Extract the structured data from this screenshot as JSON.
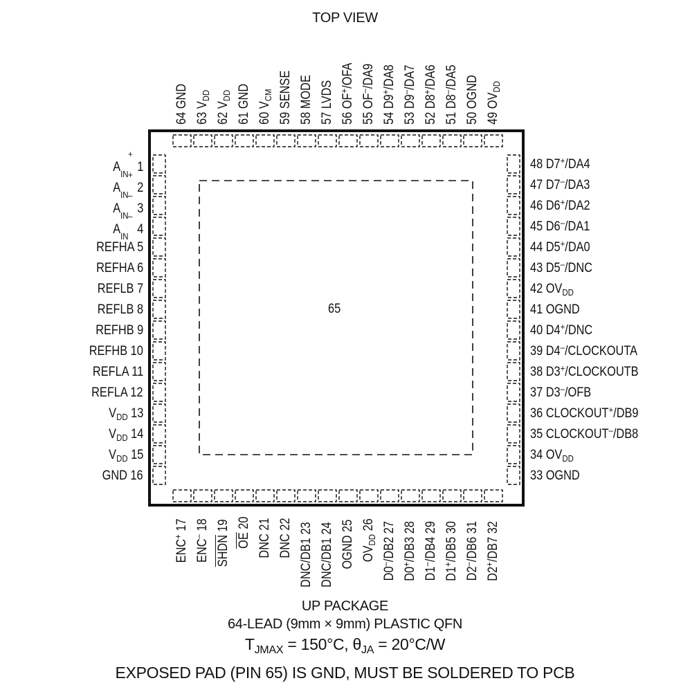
{
  "title": "TOP VIEW",
  "exposed_pad_label": "65",
  "pins_top": [
    {
      "num": "64",
      "name": "GND"
    },
    {
      "num": "63",
      "name": "V",
      "sub": "DD"
    },
    {
      "num": "62",
      "name": "V",
      "sub": "DD"
    },
    {
      "num": "61",
      "name": "GND"
    },
    {
      "num": "60",
      "name": "V",
      "sub": "CM"
    },
    {
      "num": "59",
      "name": "SENSE"
    },
    {
      "num": "58",
      "name": "MODE"
    },
    {
      "num": "57",
      "name": "LVDS"
    },
    {
      "num": "56",
      "name": "OF",
      "sup": "+",
      "rest": "/OFA"
    },
    {
      "num": "55",
      "name": "OF",
      "sup": "–",
      "rest": "/DA9"
    },
    {
      "num": "54",
      "name": "D9",
      "sup": "+",
      "rest": "/DA8"
    },
    {
      "num": "53",
      "name": "D9",
      "sup": "–",
      "rest": "/DA7"
    },
    {
      "num": "52",
      "name": "D8",
      "sup": "+",
      "rest": "/DA6"
    },
    {
      "num": "51",
      "name": "D8",
      "sup": "–",
      "rest": "/DA5"
    },
    {
      "num": "50",
      "name": "OGND"
    },
    {
      "num": "49",
      "name": "OV",
      "sub": "DD"
    }
  ],
  "pins_left": [
    {
      "num": "1",
      "name": "A",
      "sub": "IN",
      "sup": "+"
    },
    {
      "num": "2",
      "name": "A",
      "sub": "IN",
      "sup": "+"
    },
    {
      "num": "3",
      "name": "A",
      "sub": "IN",
      "sup": "–"
    },
    {
      "num": "4",
      "name": "A",
      "sub": "IN",
      "sup": "–"
    },
    {
      "num": "5",
      "name": "REFHA"
    },
    {
      "num": "6",
      "name": "REFHA"
    },
    {
      "num": "7",
      "name": "REFLB"
    },
    {
      "num": "8",
      "name": "REFLB"
    },
    {
      "num": "9",
      "name": "REFHB"
    },
    {
      "num": "10",
      "name": "REFHB"
    },
    {
      "num": "11",
      "name": "REFLA"
    },
    {
      "num": "12",
      "name": "REFLA"
    },
    {
      "num": "13",
      "name": "V",
      "sub": "DD"
    },
    {
      "num": "14",
      "name": "V",
      "sub": "DD"
    },
    {
      "num": "15",
      "name": "V",
      "sub": "DD"
    },
    {
      "num": "16",
      "name": "GND"
    }
  ],
  "pins_right": [
    {
      "num": "48",
      "name": "D7",
      "sup": "+",
      "rest": "/DA4"
    },
    {
      "num": "47",
      "name": "D7",
      "sup": "–",
      "rest": "/DA3"
    },
    {
      "num": "46",
      "name": "D6",
      "sup": "+",
      "rest": "/DA2"
    },
    {
      "num": "45",
      "name": "D6",
      "sup": "–",
      "rest": "/DA1"
    },
    {
      "num": "44",
      "name": "D5",
      "sup": "+",
      "rest": "/DA0"
    },
    {
      "num": "43",
      "name": "D5",
      "sup": "–",
      "rest": "/DNC"
    },
    {
      "num": "42",
      "name": "OV",
      "sub": "DD"
    },
    {
      "num": "41",
      "name": "OGND"
    },
    {
      "num": "40",
      "name": "D4",
      "sup": "+",
      "rest": "/DNC"
    },
    {
      "num": "39",
      "name": "D4",
      "sup": "–",
      "rest": "/CLOCKOUTA"
    },
    {
      "num": "38",
      "name": "D3",
      "sup": "+",
      "rest": "/CLOCKOUTB"
    },
    {
      "num": "37",
      "name": "D3",
      "sup": "–",
      "rest": "/OFB"
    },
    {
      "num": "36",
      "name": "CLOCKOUT",
      "sup": "+",
      "rest": "/DB9"
    },
    {
      "num": "35",
      "name": "CLOCKOUT",
      "sup": "–",
      "rest": "/DB8"
    },
    {
      "num": "34",
      "name": "OV",
      "sub": "DD"
    },
    {
      "num": "33",
      "name": "OGND"
    }
  ],
  "pins_bottom": [
    {
      "num": "17",
      "name": "ENC",
      "sup": "+"
    },
    {
      "num": "18",
      "name": "ENC",
      "sup": "–"
    },
    {
      "num": "19",
      "name": "SHDN",
      "overline": true
    },
    {
      "num": "20",
      "name": "OE",
      "overline": true
    },
    {
      "num": "21",
      "name": "DNC"
    },
    {
      "num": "22",
      "name": "DNC"
    },
    {
      "num": "23",
      "name": "DNC/DB1"
    },
    {
      "num": "24",
      "name": "DNC/DB1"
    },
    {
      "num": "25",
      "name": "OGND"
    },
    {
      "num": "26",
      "name": "OV",
      "sub": "DD"
    },
    {
      "num": "27",
      "name": "D0",
      "sup": "–",
      "rest": "/DB2"
    },
    {
      "num": "28",
      "name": "D0",
      "sup": "+",
      "rest": "/DB3"
    },
    {
      "num": "29",
      "name": "D1",
      "sup": "–",
      "rest": "/DB4"
    },
    {
      "num": "30",
      "name": "D1",
      "sup": "+",
      "rest": "/DB5"
    },
    {
      "num": "31",
      "name": "D2",
      "sup": "–",
      "rest": "/DB6"
    },
    {
      "num": "32",
      "name": "D2",
      "sup": "+",
      "rest": "/DB7"
    }
  ],
  "package": {
    "line1": "UP PACKAGE",
    "line2": "64-LEAD (9mm × 9mm) PLASTIC QFN",
    "tj_pre": "T",
    "tj_sub": "JMAX",
    "tj_mid": " = 150°C, θ",
    "theta_sub": "JA",
    "tj_post": " = 20°C/W",
    "line4": "EXPOSED PAD (PIN 65) IS GND, MUST BE SOLDERED TO PCB"
  }
}
